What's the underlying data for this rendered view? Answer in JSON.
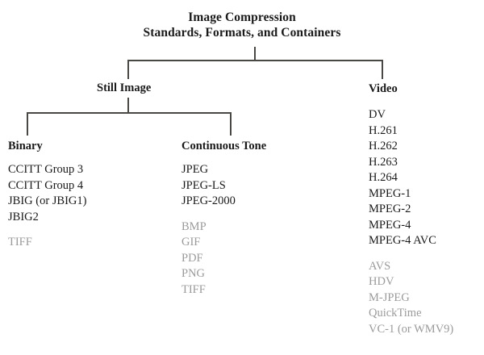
{
  "diagram": {
    "title": {
      "line1": "Image Compression",
      "line2": "Standards, Formats, and Containers"
    },
    "branches": {
      "still_image": "Still Image",
      "video": "Video"
    },
    "columns": {
      "binary": {
        "header": "Binary",
        "primary": [
          "CCITT Group 3",
          "CCITT Group 4",
          "JBIG (or JBIG1)",
          "JBIG2"
        ],
        "secondary": [
          "TIFF"
        ]
      },
      "continuous_tone": {
        "header": "Continuous Tone",
        "primary": [
          "JPEG",
          "JPEG-LS",
          "JPEG-2000"
        ],
        "secondary": [
          "BMP",
          "GIF",
          "PDF",
          "PNG",
          "TIFF"
        ]
      },
      "video": {
        "header": "Video",
        "primary": [
          "DV",
          "H.261",
          "H.262",
          "H.263",
          "H.264",
          "MPEG-1",
          "MPEG-2",
          "MPEG-4",
          "MPEG-4 AVC"
        ],
        "secondary": [
          "AVS",
          "HDV",
          "M-JPEG",
          "QuickTime",
          "VC-1 (or WMV9)"
        ]
      }
    },
    "colors": {
      "text": "#1a1a1a",
      "dim_text": "#9b9b9b",
      "line": "#4a4845",
      "background": "#ffffff"
    }
  }
}
